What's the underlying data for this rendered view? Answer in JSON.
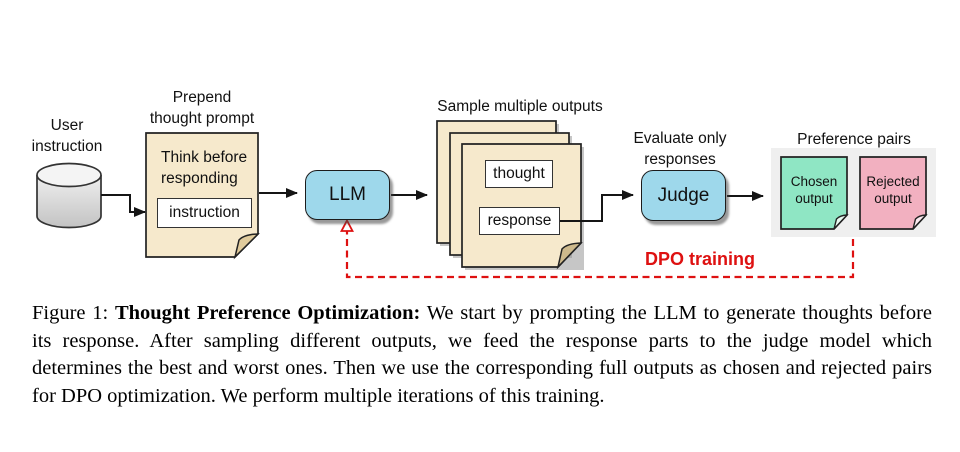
{
  "figure": {
    "labels": {
      "user_instruction": "User\ninstruction",
      "prepend": "Prepend\nthought prompt",
      "think": "Think before\nresponding",
      "instruction_box": "instruction",
      "llm": "LLM",
      "sample": "Sample multiple outputs",
      "thought_box": "thought",
      "response_box": "response",
      "evaluate": "Evaluate only\nresponses",
      "judge": "Judge",
      "preference_pairs": "Preference pairs",
      "chosen": "Chosen\noutput",
      "rejected": "Rejected\noutput",
      "dpo": "DPO training"
    },
    "colors": {
      "note_tan": "#F6E9CC",
      "box_blue": "#9ED8EB",
      "chosen_green": "#8FE6C4",
      "rejected_pink": "#F2B0C0",
      "panel_gray": "#EFEFEF",
      "dpo_red": "#DE1111",
      "line_black": "#151515"
    }
  },
  "caption": {
    "prefix": "Figure 1: ",
    "title_bold": "Thought Preference Optimization:",
    "body": " We start by prompting the LLM to generate thoughts before its response. After sampling different outputs, we feed the response parts to the judge model which determines the best and worst ones. Then we use the corresponding full outputs as chosen and rejected pairs for DPO optimization. We perform multiple iterations of this training."
  }
}
